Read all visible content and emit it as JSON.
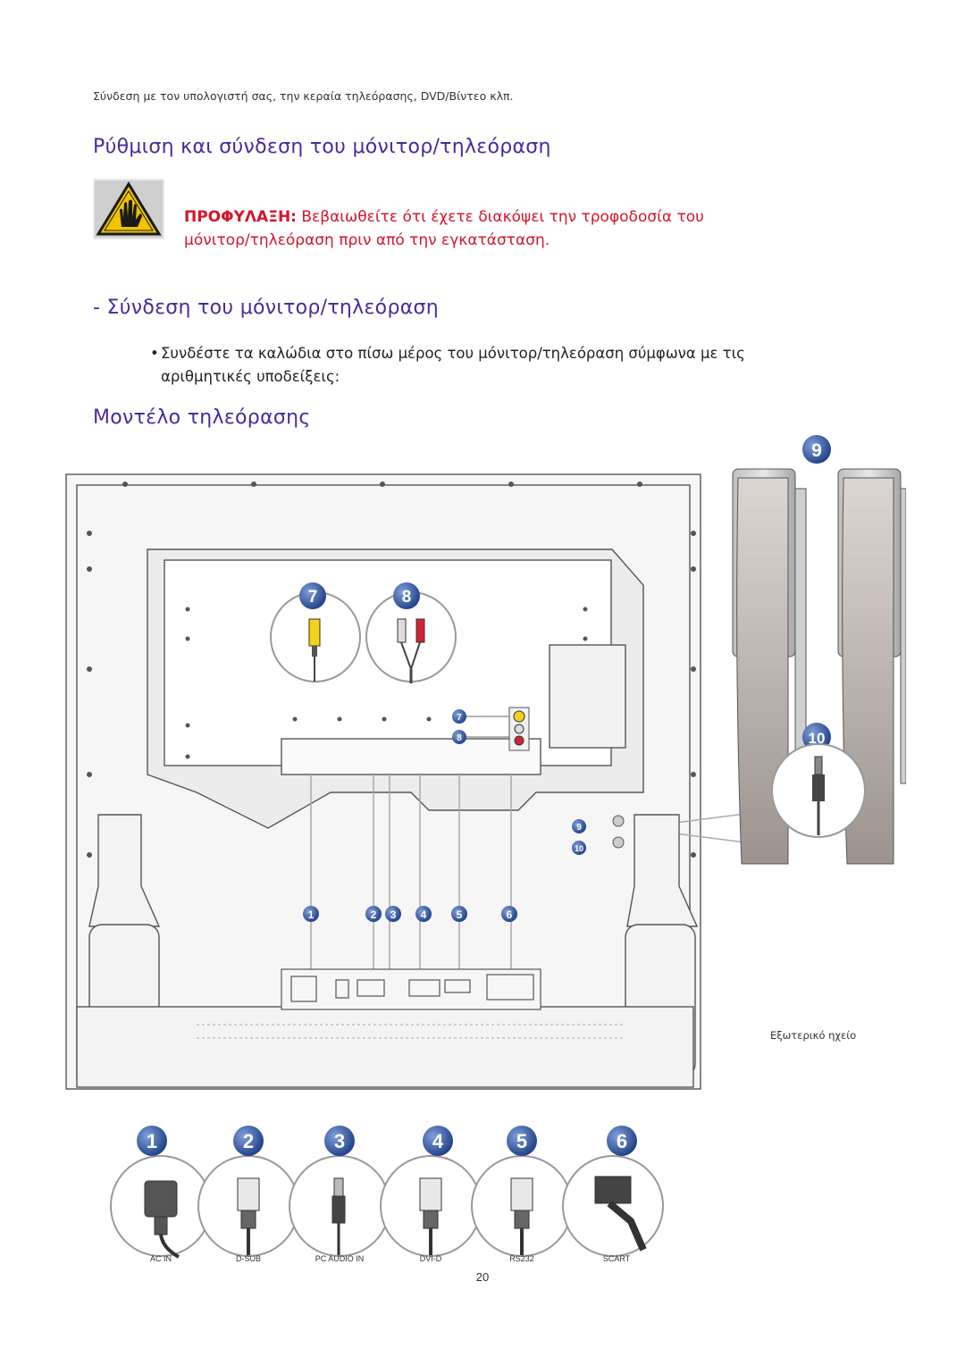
{
  "breadcrumb": "Σύνδεση με τον υπολογιστή σας, την κεραία τηλεόρασης, DVD/Βίντεο κλπ.",
  "section_title": "Ρύθμιση και σύνδεση του μόνιτορ/τηλεόραση",
  "warning": {
    "label": "ΠΡΟΦΥΛΑΞΗ:",
    "text_line1": " Βεβαιωθείτε ότι έχετε διακόψει την τροφοδοσία του",
    "text_line2": "μόνιτορ/τηλεόραση πριν από την εγκατάσταση.",
    "icon": "caution-hand-icon"
  },
  "subsection_title": "- Σύνδεση του μόνιτορ/τηλεόραση",
  "bullet": {
    "line1": "Συνδέστε τα καλώδια στο πίσω μέρος του μόνιτορ/τηλεόραση σύμφωνα με τις",
    "line2": "αριθμητικές υποδείξεις:"
  },
  "model_title": "Μοντέλο τηλεόρασης",
  "diagram": {
    "callout_numbers": [
      "1",
      "2",
      "3",
      "4",
      "5",
      "6",
      "7",
      "8",
      "9",
      "10"
    ],
    "speaker_label": "Εξωτερικό ηχείο",
    "ports": [
      "AC IN",
      "D-SUB",
      "PC AUDIO IN",
      "DVI-D",
      "RS232",
      "SCART"
    ]
  },
  "page_number": "20"
}
